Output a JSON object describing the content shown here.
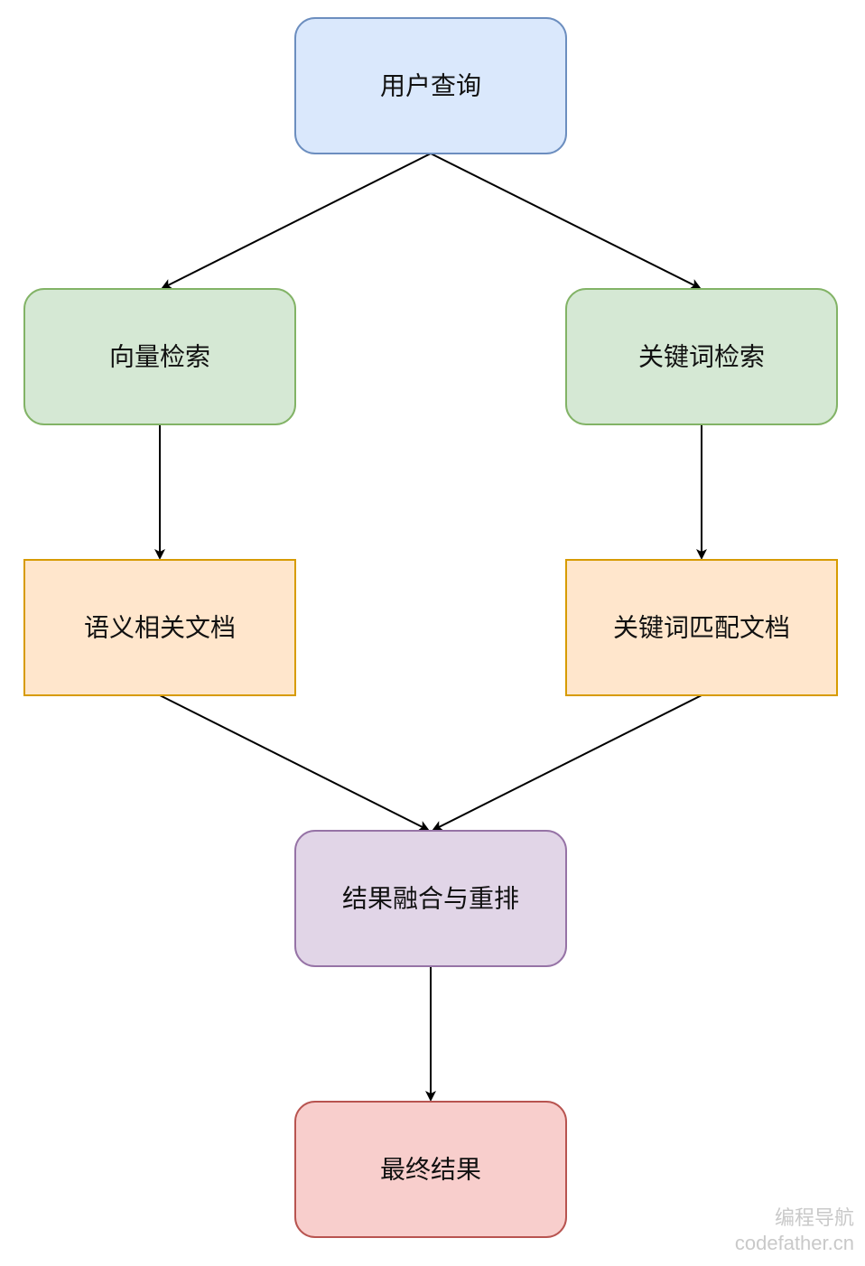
{
  "nodes": {
    "user_query": "用户查询",
    "vector_search": "向量检索",
    "keyword_search": "关键词检索",
    "semantic_docs": "语义相关文档",
    "keyword_docs": "关键词匹配文档",
    "fusion_rerank": "结果融合与重排",
    "final_result": "最终结果"
  },
  "colors": {
    "blue_fill": "#dae8fc",
    "blue_stroke": "#6c8ebf",
    "green_fill": "#d5e8d4",
    "green_stroke": "#82b366",
    "orange_fill": "#ffe6cc",
    "orange_stroke": "#d79b00",
    "purple_fill": "#e1d5e7",
    "purple_stroke": "#9673a6",
    "red_fill": "#f8cecc",
    "red_stroke": "#b85450"
  },
  "watermark": {
    "line1": "编程导航",
    "line2": "codefather.cn"
  }
}
